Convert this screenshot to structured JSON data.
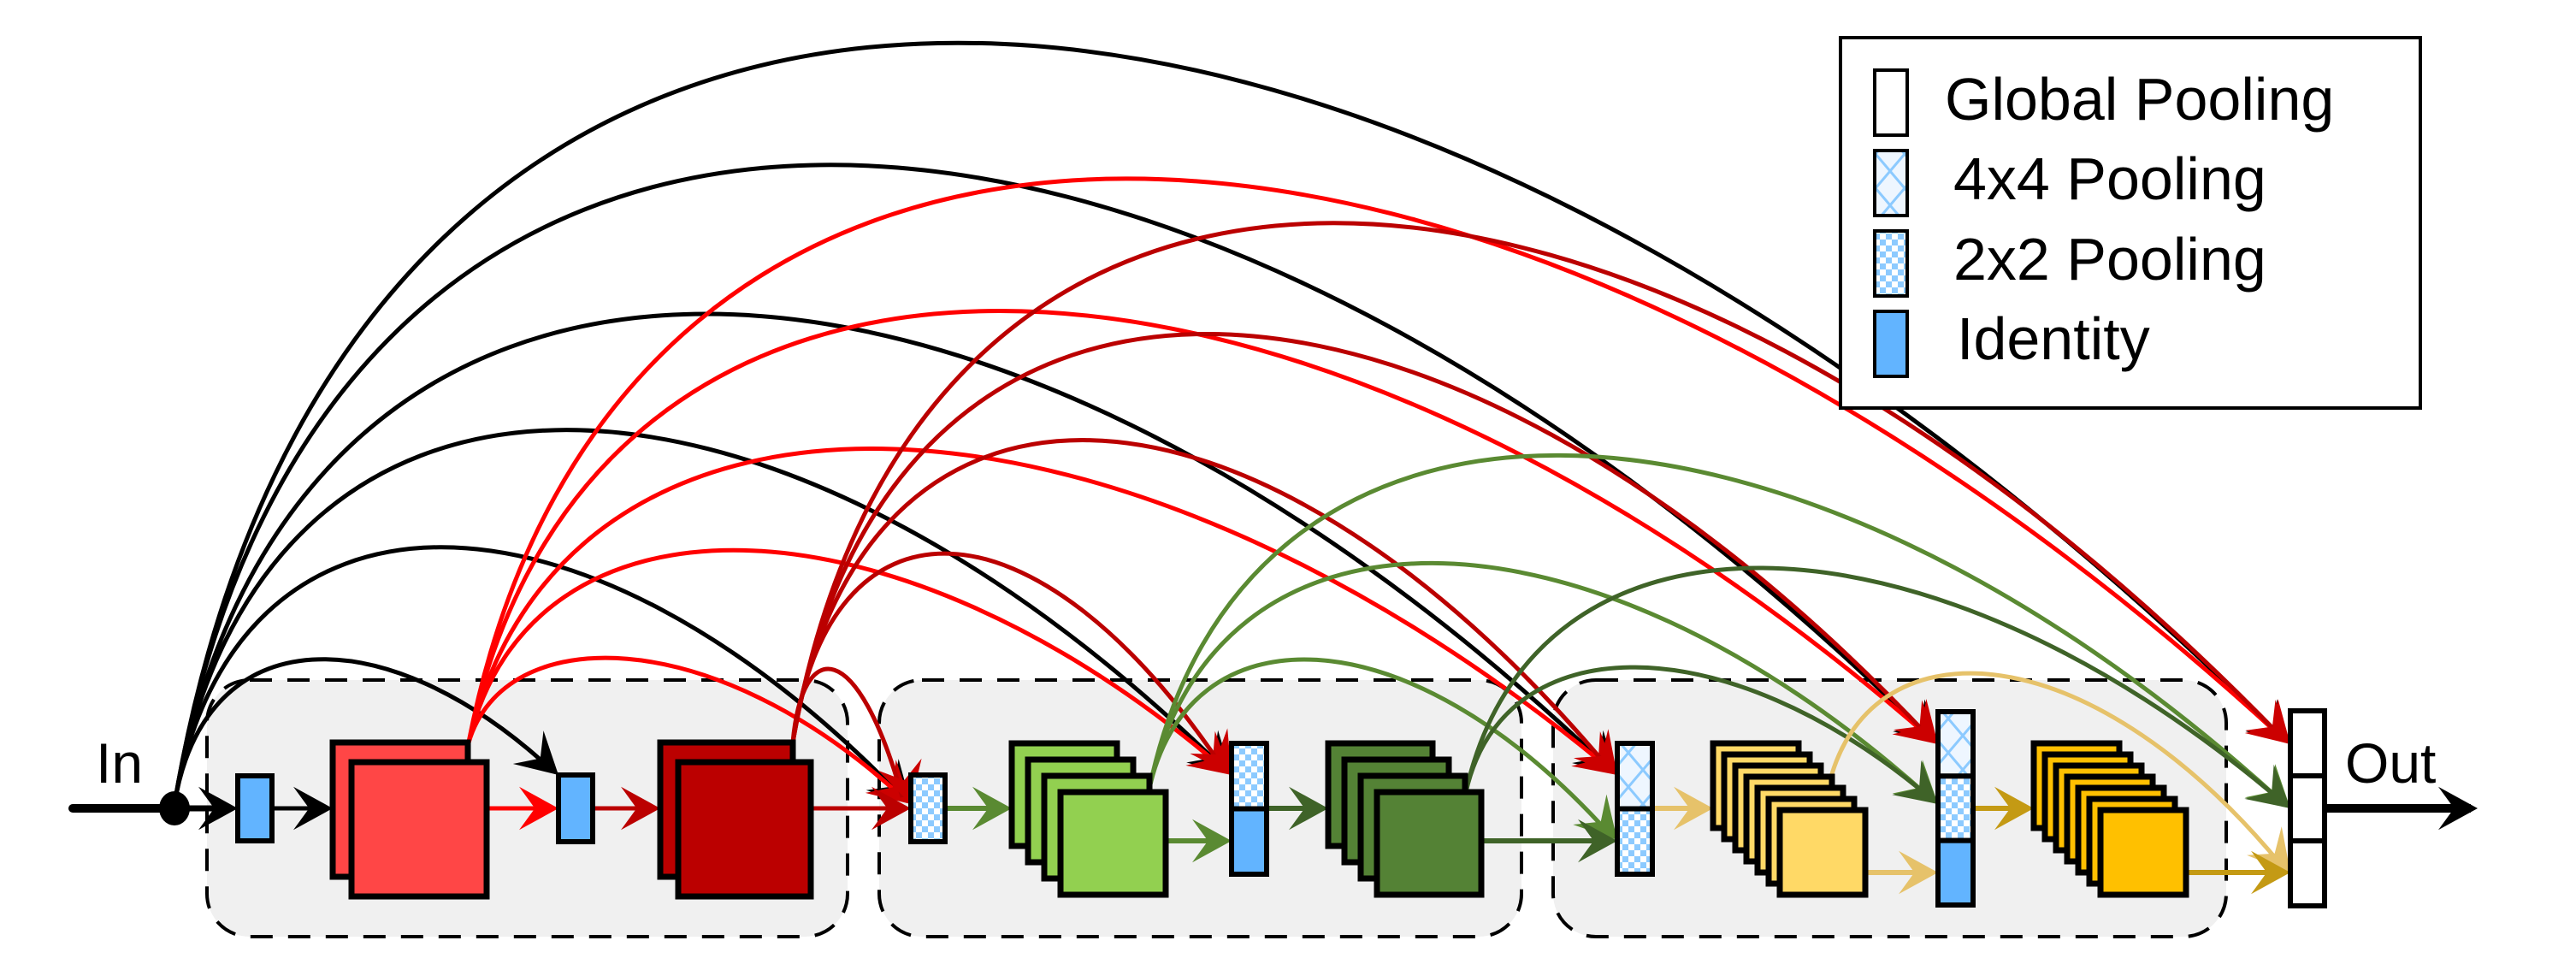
{
  "labels": {
    "input": "In",
    "output": "Out"
  },
  "legend": {
    "items": [
      {
        "key": "global",
        "label": "Global Pooling"
      },
      {
        "key": "pool4",
        "label": "4x4 Pooling"
      },
      {
        "key": "pool2",
        "label": "2x2 Pooling"
      },
      {
        "key": "identity",
        "label": "Identity"
      }
    ]
  },
  "colors": {
    "black": "#000000",
    "red": "#ff0000",
    "dark_red": "#bb0000",
    "red_block": "#ff4646",
    "dark_red_block": "#bb0000",
    "light_green": "#92d050",
    "light_green_line": "#5a8a32",
    "dark_green": "#548235",
    "dark_green_line": "#3f6328",
    "light_yellow": "#ffd966",
    "light_yellow_line": "#e6c26a",
    "gold": "#ffc000",
    "gold_line": "#c49a14",
    "identity_blue": "#62b4ff",
    "block_bg": "#f0f0f0"
  },
  "blocks": [
    {
      "name": "block-1",
      "layers": [
        {
          "type": "identity"
        },
        {
          "type": "conv",
          "count": 2,
          "color": "red_block"
        },
        {
          "type": "identity"
        },
        {
          "type": "conv",
          "count": 2,
          "color": "dark_red_block"
        }
      ]
    },
    {
      "name": "block-2",
      "layers": [
        {
          "type": "pool2"
        },
        {
          "type": "conv",
          "count": 4,
          "color": "light_green"
        },
        {
          "type": "pool2+identity"
        },
        {
          "type": "conv",
          "count": 4,
          "color": "dark_green"
        }
      ]
    },
    {
      "name": "block-3",
      "layers": [
        {
          "type": "pool4+pool2"
        },
        {
          "type": "conv",
          "count": 7,
          "color": "light_yellow"
        },
        {
          "type": "pool4+pool2+identity"
        },
        {
          "type": "conv",
          "count": 7,
          "color": "gold"
        }
      ]
    }
  ],
  "output_vector": {
    "segments": [
      "global",
      "global",
      "global"
    ]
  },
  "skip_connections": [
    {
      "from": "input",
      "to": "transition-1",
      "color": "black",
      "level": 1
    },
    {
      "from": "input",
      "to": "transition-2",
      "color": "black",
      "level": 2
    },
    {
      "from": "input",
      "to": "transition-3",
      "color": "black",
      "level": 3
    },
    {
      "from": "input",
      "to": "transition-4",
      "color": "black",
      "level": 4
    },
    {
      "from": "input",
      "to": "transition-5",
      "color": "black",
      "level": 5
    },
    {
      "from": "input",
      "to": "output",
      "color": "black",
      "level": 6
    },
    {
      "from": "conv-1",
      "to": "transition-2",
      "color": "red",
      "level": 1
    },
    {
      "from": "conv-1",
      "to": "transition-3",
      "color": "red",
      "level": 2
    },
    {
      "from": "conv-1",
      "to": "transition-4",
      "color": "red",
      "level": 3
    },
    {
      "from": "conv-1",
      "to": "transition-5",
      "color": "red",
      "level": 4
    },
    {
      "from": "conv-1",
      "to": "output",
      "color": "red",
      "level": 5
    },
    {
      "from": "conv-2",
      "to": "transition-2",
      "color": "dark_red",
      "level": 1
    },
    {
      "from": "conv-2",
      "to": "transition-3",
      "color": "dark_red",
      "level": 2
    },
    {
      "from": "conv-2",
      "to": "transition-4",
      "color": "dark_red",
      "level": 3
    },
    {
      "from": "conv-2",
      "to": "transition-5",
      "color": "dark_red",
      "level": 4
    },
    {
      "from": "conv-2",
      "to": "output",
      "color": "dark_red",
      "level": 5
    },
    {
      "from": "conv-3",
      "to": "transition-4",
      "color": "light_green_line",
      "level": 1
    },
    {
      "from": "conv-3",
      "to": "transition-5",
      "color": "light_green_line",
      "level": 2
    },
    {
      "from": "conv-3",
      "to": "output",
      "color": "light_green_line",
      "level": 3
    },
    {
      "from": "conv-4",
      "to": "transition-5",
      "color": "dark_green_line",
      "level": 1
    },
    {
      "from": "conv-4",
      "to": "output",
      "color": "dark_green_line",
      "level": 2
    },
    {
      "from": "conv-5",
      "to": "output",
      "color": "light_yellow_line",
      "level": 1
    }
  ]
}
